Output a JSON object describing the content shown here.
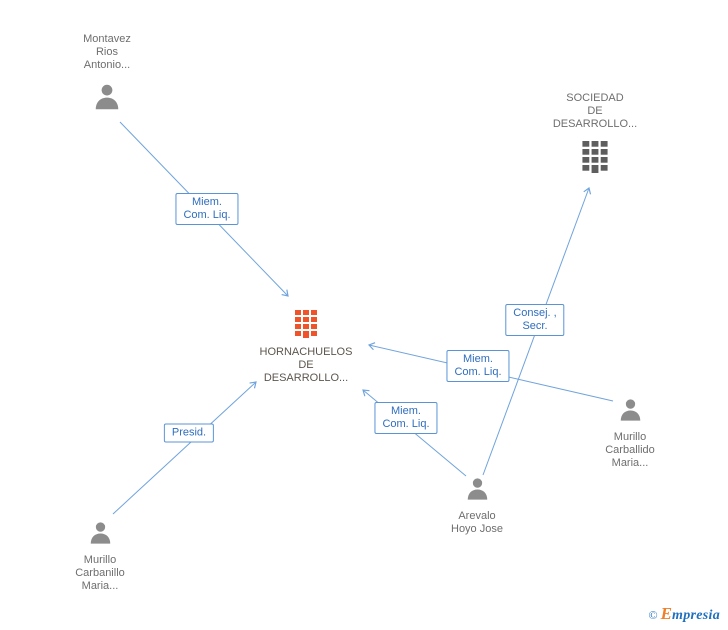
{
  "colors": {
    "edge": "#6fa3dc",
    "label_border": "#5b94d6",
    "label_text": "#2f6ebe",
    "person_fill": "#8c8c8c",
    "company_main_fill": "#f0522a",
    "company_other_fill": "#5e5e5e",
    "node_text": "#6e6e6e",
    "main_company_text": "#5d564e",
    "brand_blue": "#1d6fc0",
    "brand_orange": "#f07f2a"
  },
  "nodes": {
    "montavez": {
      "type": "person",
      "label": "Montavez\nRios\nAntonio..."
    },
    "sociedad": {
      "type": "company",
      "label": "SOCIEDAD\nDE\nDESARROLLO..."
    },
    "hornachuelos": {
      "type": "company",
      "label": "HORNACHUELOS\nDE\nDESARROLLO..."
    },
    "murillo_carbanillo": {
      "type": "person",
      "label": "Murillo\nCarbanillo\nMaria..."
    },
    "arevalo": {
      "type": "person",
      "label": "Arevalo\nHoyo Jose"
    },
    "murillo_carballido": {
      "type": "person",
      "label": "Murillo\nCarballido\nMaria..."
    }
  },
  "edge_labels": {
    "montavez_to_hornachuelos": {
      "lines": [
        "Miem.",
        "Com. Liq."
      ]
    },
    "carballido_to_hornachuelos": {
      "lines": [
        "Miem.",
        "Com. Liq."
      ]
    },
    "arevalo_to_hornachuelos": {
      "lines": [
        "Miem.",
        "Com. Liq."
      ]
    },
    "carbanillo_to_hornachuelos": {
      "lines": [
        "Presid."
      ]
    },
    "arevalo_to_sociedad": {
      "lines": [
        "Consej. ,",
        "Secr."
      ]
    }
  },
  "watermark": {
    "copyright": "©",
    "brand_initial": "E",
    "brand_rest": "mpresia"
  }
}
